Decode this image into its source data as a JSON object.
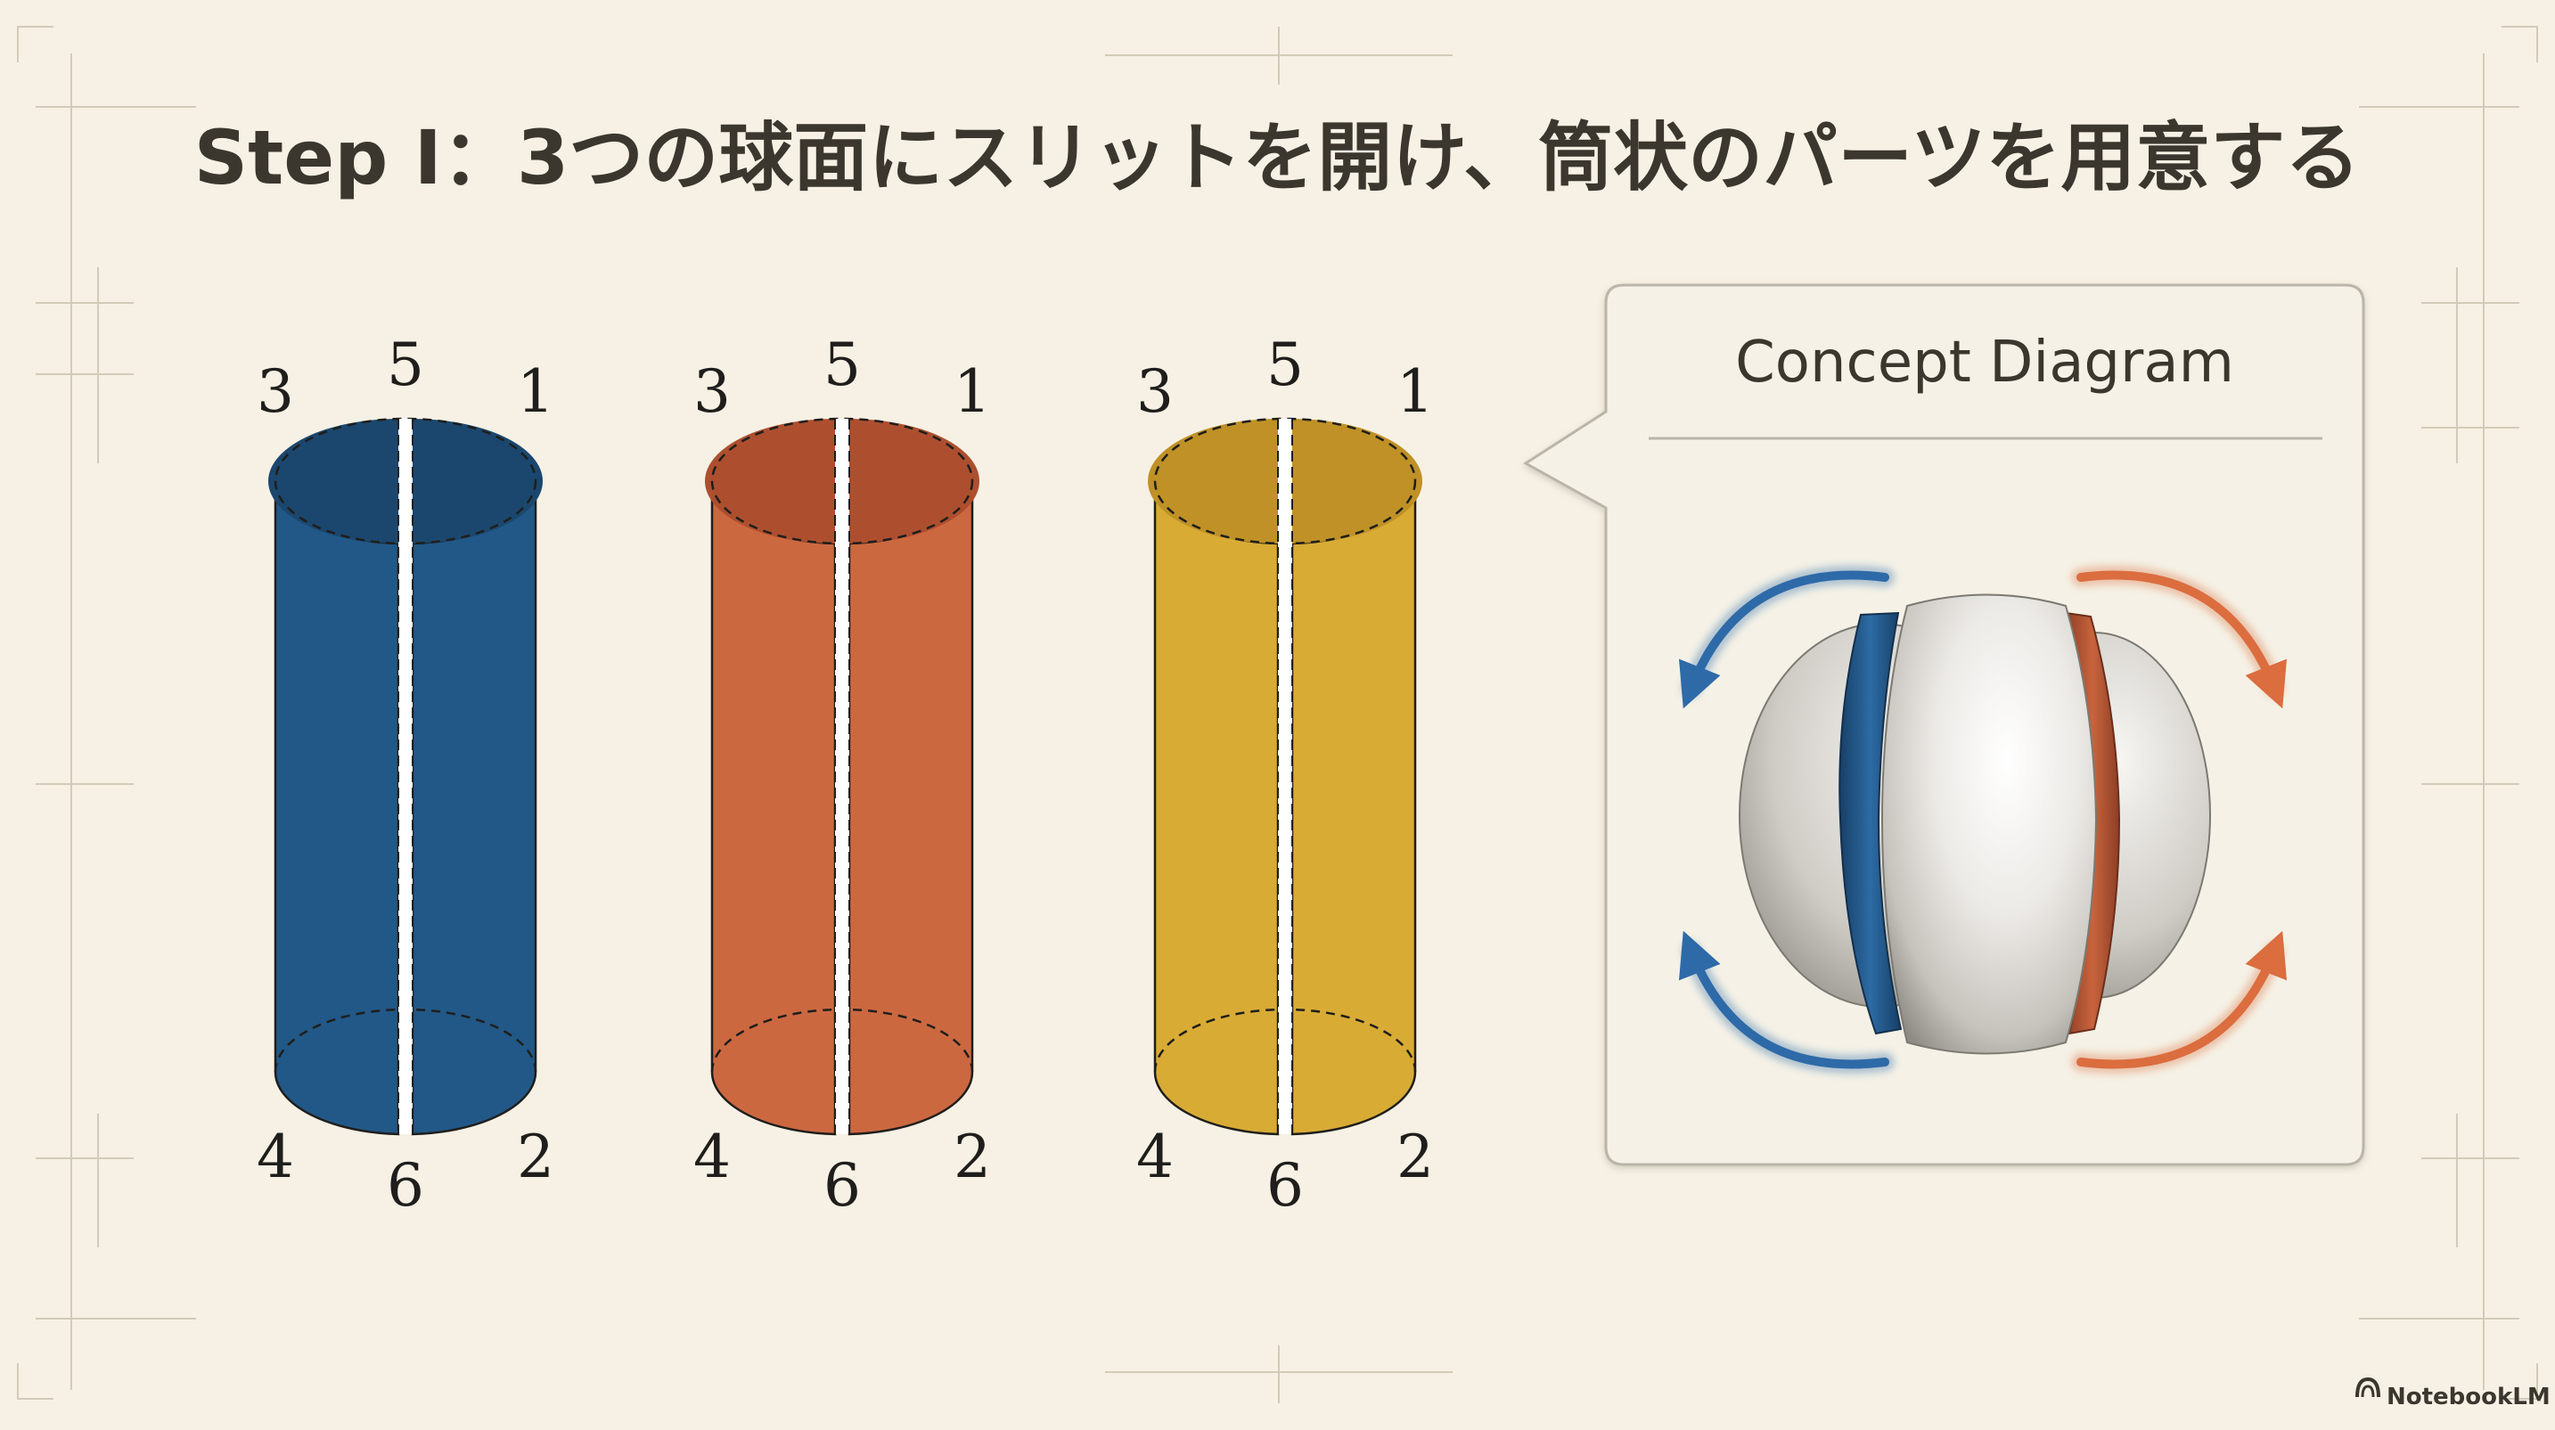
{
  "title": "Step I：3つの球面にスリットを開け、筒状のパーツを用意する",
  "cylinders": [
    {
      "fill": "#215887",
      "top_fill": "#1b476e",
      "labels": {
        "top_left": "3",
        "top_center": "5",
        "top_right": "1",
        "bottom_left": "4",
        "bottom_center": "6",
        "bottom_right": "2"
      }
    },
    {
      "fill": "#cc6840",
      "top_fill": "#ad4f2f",
      "labels": {
        "top_left": "3",
        "top_center": "5",
        "top_right": "1",
        "bottom_left": "4",
        "bottom_center": "6",
        "bottom_right": "2"
      }
    },
    {
      "fill": "#d8ab35",
      "top_fill": "#bf9126",
      "labels": {
        "top_left": "3",
        "top_center": "5",
        "top_right": "1",
        "bottom_left": "4",
        "bottom_center": "6",
        "bottom_right": "2"
      }
    }
  ],
  "concept": {
    "title": "Concept Diagram",
    "arrow_left_color": "#2e6aa8",
    "arrow_right_color": "#db6d3f",
    "band_left_color": "#26598c",
    "band_right_color": "#b65533"
  },
  "brand": {
    "name": "NotebookLM",
    "icon": "notebooklm-logo-icon"
  },
  "colors": {
    "background": "#f6f1e4",
    "text": "#3b372f",
    "grid": "#cfc8b6",
    "card": "#f5f1e6",
    "card_border": "#b9b5aa"
  }
}
